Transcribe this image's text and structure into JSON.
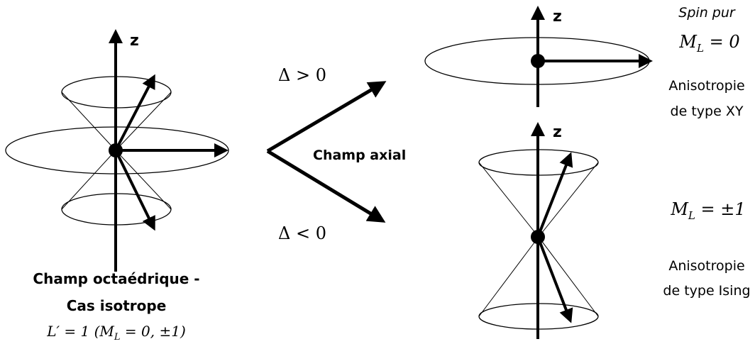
{
  "left": {
    "axis_label": "z",
    "caption_line1": "Champ octaédrique -",
    "caption_line2": "Cas isotrope",
    "formula": {
      "prefix": "L′ = 1 (M",
      "sub": "L",
      "suffix": " = 0, ±1)"
    }
  },
  "middle": {
    "delta_positive": "Δ > 0",
    "delta_negative": "Δ < 0",
    "field_label": "Champ axial"
  },
  "top_right": {
    "axis_label": "z",
    "spin_label": "Spin pur",
    "ml_formula": {
      "prefix": "M",
      "sub": "L",
      "suffix": " = 0"
    },
    "anisotropy_line1": "Anisotropie",
    "anisotropy_line2": "de type XY"
  },
  "bottom_right": {
    "axis_label": "z",
    "ml_formula": {
      "prefix": "M",
      "sub": "L",
      "suffix": " = ±1"
    },
    "anisotropy_line1": "Anisotropie",
    "anisotropy_line2": "de type Ising"
  }
}
